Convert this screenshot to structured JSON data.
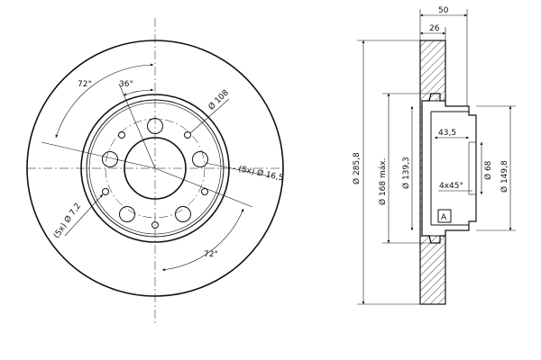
{
  "front_view": {
    "angle_72_top": "72°",
    "angle_36": "36°",
    "angle_72_bottom": "72°",
    "dia_108": "Ø 108",
    "bolt_holes": "(5x) Ø 16,5",
    "small_holes": "(5x) Ø 7,2"
  },
  "side_view": {
    "width_50": "50",
    "width_26": "26",
    "dia_285_8": "Ø 285,8",
    "dia_168_max": "Ø 168 máx.",
    "dia_139_3": "Ø 139,3",
    "depth_43_5": "43,5",
    "dia_68": "Ø 68",
    "chamfer": "4x45°",
    "dia_149_8": "Ø 149,8",
    "detail_label": "A"
  }
}
